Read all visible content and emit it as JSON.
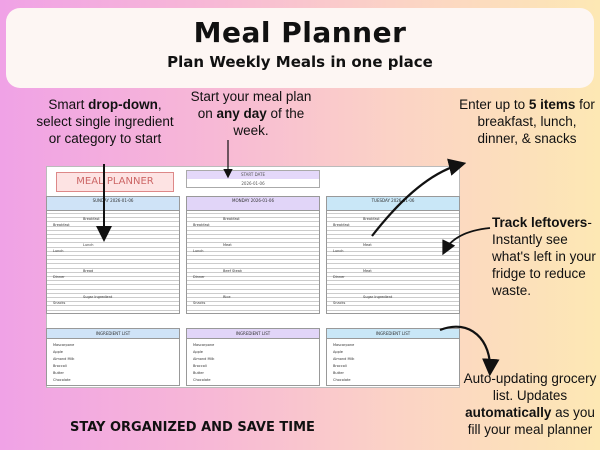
{
  "header": {
    "title": "Meal Planner",
    "subtitle": "Plan Weekly Meals in one place"
  },
  "callouts": {
    "c1_pre": "Smart ",
    "c1_bold": "drop-down",
    "c1_post": ", select single ingredient or category to start",
    "c2_pre": "Start your meal plan on ",
    "c2_bold": "any day",
    "c2_post": " of the week.",
    "c3_pre": "Enter up to ",
    "c3_bold": "5 items",
    "c3_post": " for breakfast, lunch, dinner, & snacks",
    "c4_bold": "Track leftovers",
    "c4_post": "- Instantly see what's left in your fridge to reduce waste.",
    "c5_pre": "Auto-updating grocery list. Updates ",
    "c5_bold": "automatically",
    "c5_post": " as you fill your meal planner"
  },
  "footer": "STAY ORGANIZED AND SAVE TIME",
  "sheet": {
    "mp_title": "MEAL PLANNER",
    "start_label": "START DATE",
    "start_value": "2026-01-06",
    "days": [
      {
        "name": "SUNDAY",
        "date": "2026-01-06",
        "color": "#cfe3f7",
        "rows": [
          "Breakfast",
          "Lunch",
          "Dinner",
          "Snacks"
        ],
        "items": [
          "Breakfast",
          "Lunch",
          "Bread",
          "Sugar Ingredient"
        ]
      },
      {
        "name": "MONDAY",
        "date": "2026-01-06",
        "color": "#e1d5f8",
        "rows": [
          "Breakfast",
          "Lunch",
          "Dinner",
          "Snacks"
        ],
        "items": [
          "Breakfast",
          "Meat",
          "Beef Steak",
          "Rice"
        ]
      },
      {
        "name": "TUESDAY",
        "date": "2026-01-06",
        "color": "#c9e7f7",
        "rows": [
          "Breakfast",
          "Lunch",
          "Dinner",
          "Snacks"
        ],
        "items": [
          "Breakfast",
          "Meat",
          "Meat",
          "Sugar Ingredient"
        ]
      }
    ],
    "ingredient_title": "INGREDIENT LIST",
    "ingredient_rows": [
      "Mascarpone",
      "Apple",
      "Almond Milk",
      "Broccoli",
      "Butter",
      "Chocolate"
    ]
  },
  "colors": {
    "accent": "#111111",
    "bg_left": "#f0a2e6",
    "bg_right": "#fde8b4"
  }
}
